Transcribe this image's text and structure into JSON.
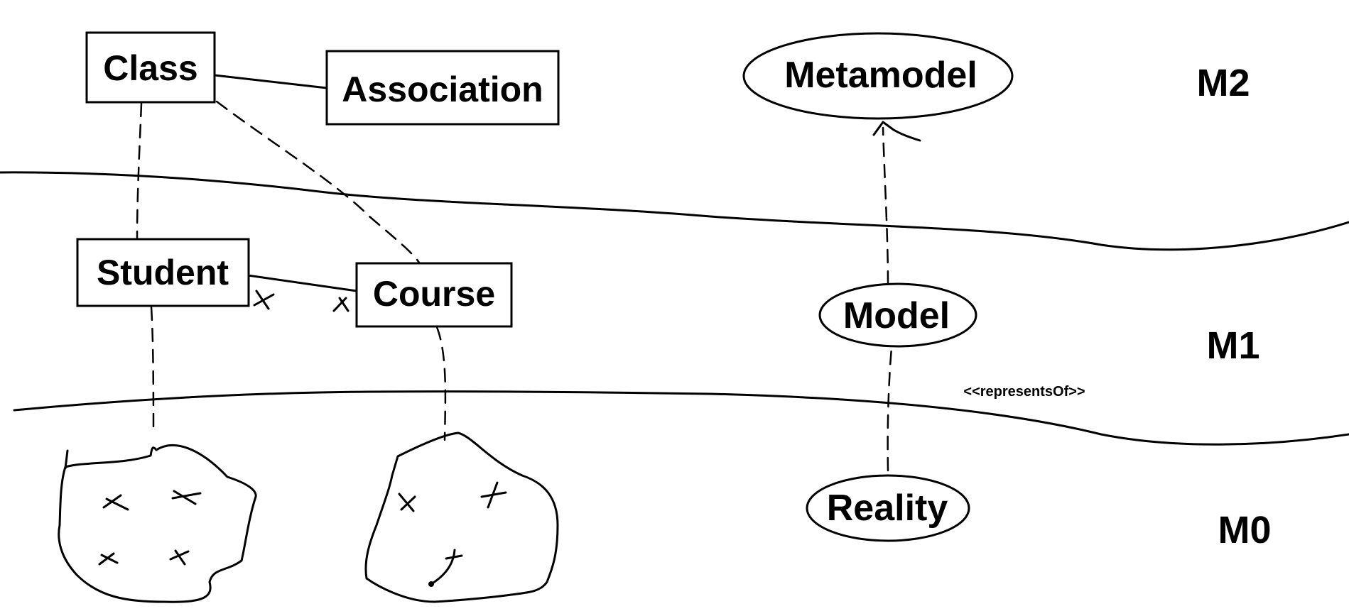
{
  "metamodel_layer": {
    "class_label": "Class",
    "association_label": "Association"
  },
  "model_layer": {
    "student_label": "Student",
    "course_label": "Course"
  },
  "pyramid": {
    "metamodel_label": "Metamodel",
    "model_label": "Model",
    "reality_label": "Reality",
    "relation_label": "<<representsOf>>"
  },
  "levels": {
    "m2": "M2",
    "m1": "M1",
    "m0": "M0"
  }
}
